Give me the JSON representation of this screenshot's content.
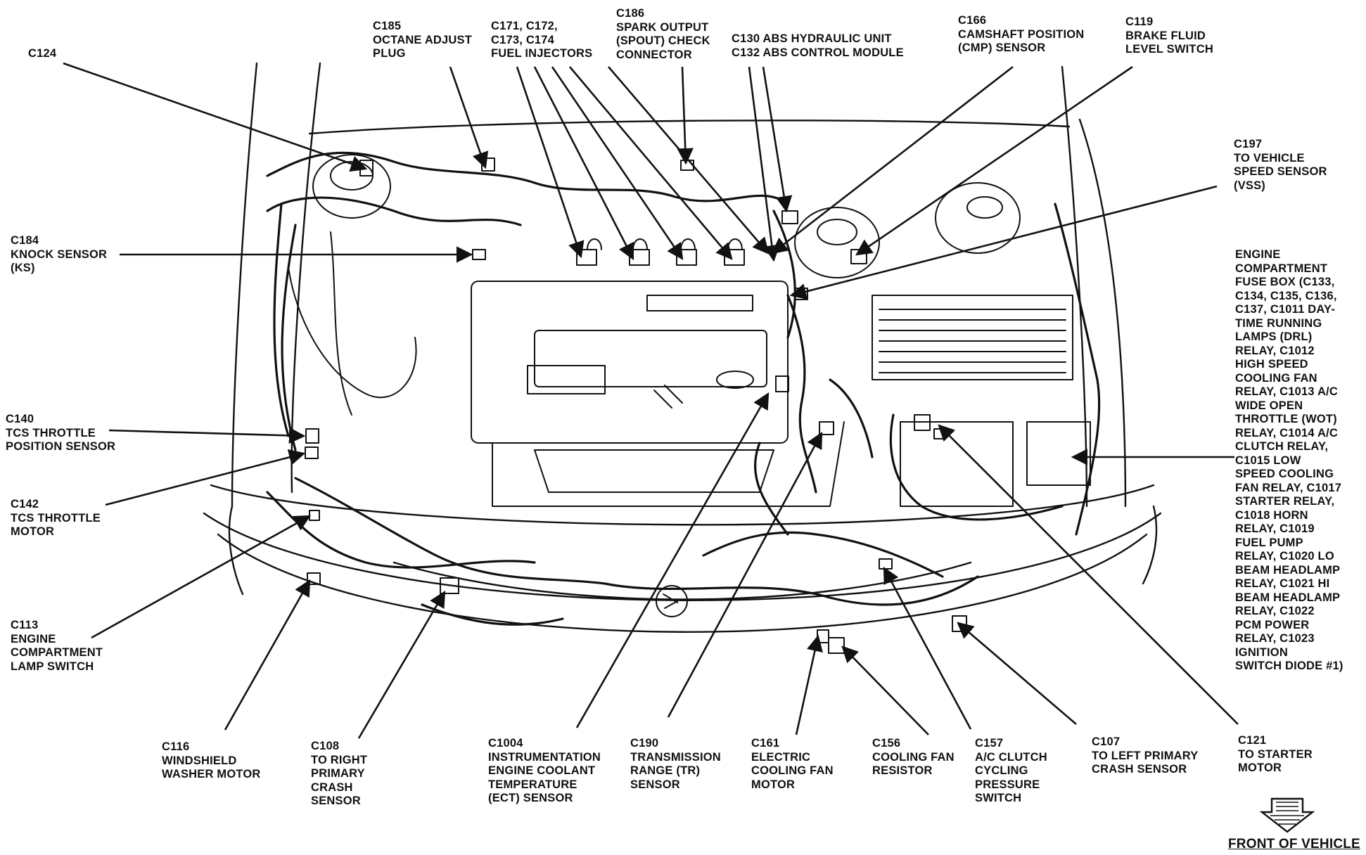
{
  "labels": {
    "c124": [
      "C124"
    ],
    "c185": [
      "C185",
      "OCTANE ADJUST",
      "PLUG"
    ],
    "c171": [
      "C171, C172,",
      "C173, C174",
      "FUEL INJECTORS"
    ],
    "c186": [
      "C186",
      "SPARK OUTPUT",
      "(SPOUT) CHECK",
      "CONNECTOR"
    ],
    "c130": [
      "C130 ABS HYDRAULIC UNIT",
      "C132 ABS CONTROL MODULE"
    ],
    "c166": [
      "C166",
      "CAMSHAFT POSITION",
      "(CMP) SENSOR"
    ],
    "c119": [
      "C119",
      "BRAKE FLUID",
      "LEVEL SWITCH"
    ],
    "c197": [
      "C197",
      "TO VEHICLE",
      "SPEED SENSOR",
      "(VSS)"
    ],
    "c184": [
      "C184",
      "KNOCK SENSOR",
      "(KS)"
    ],
    "fusebox": [
      "ENGINE",
      "COMPARTMENT",
      "FUSE BOX (C133,",
      "C134, C135, C136,",
      "C137, C1011 DAY-",
      "TIME RUNNING",
      "LAMPS (DRL)",
      "RELAY, C1012",
      "HIGH SPEED",
      "COOLING FAN",
      "RELAY, C1013 A/C",
      "WIDE OPEN",
      "THROTTLE (WOT)",
      "RELAY, C1014 A/C",
      "CLUTCH RELAY,",
      "C1015 LOW",
      "SPEED COOLING",
      "FAN RELAY, C1017",
      "STARTER RELAY,",
      "C1018 HORN",
      "RELAY, C1019",
      "FUEL PUMP",
      "RELAY, C1020 LO",
      "BEAM HEADLAMP",
      "RELAY, C1021 HI",
      "BEAM HEADLAMP",
      "RELAY, C1022",
      "PCM POWER",
      "RELAY, C1023",
      "IGNITION",
      "SWITCH DIODE #1)"
    ],
    "c140": [
      "C140",
      "TCS THROTTLE",
      "POSITION SENSOR"
    ],
    "c142": [
      "C142",
      "TCS THROTTLE",
      "MOTOR"
    ],
    "c113": [
      "C113",
      "ENGINE",
      "COMPARTMENT",
      "LAMP SWITCH"
    ],
    "c116": [
      "C116",
      "WINDSHIELD",
      "WASHER MOTOR"
    ],
    "c108": [
      "C108",
      "TO RIGHT",
      "PRIMARY",
      "CRASH",
      "SENSOR"
    ],
    "c1004": [
      "C1004",
      "INSTRUMENTATION",
      "ENGINE COOLANT",
      "TEMPERATURE",
      "(ECT) SENSOR"
    ],
    "c190": [
      "C190",
      "TRANSMISSION",
      "RANGE (TR)",
      "SENSOR"
    ],
    "c161": [
      "C161",
      "ELECTRIC",
      "COOLING FAN",
      "MOTOR"
    ],
    "c156": [
      "C156",
      "COOLING FAN",
      "RESISTOR"
    ],
    "c157": [
      "C157",
      "A/C CLUTCH",
      "CYCLING",
      "PRESSURE",
      "SWITCH"
    ],
    "c107": [
      "C107",
      "TO LEFT PRIMARY",
      "CRASH SENSOR"
    ],
    "c121": [
      "C121",
      "TO STARTER",
      "MOTOR"
    ]
  },
  "front_of_vehicle": "FRONT OF VEHICLE",
  "colors": {
    "ink": "#111111",
    "background": "#ffffff"
  }
}
